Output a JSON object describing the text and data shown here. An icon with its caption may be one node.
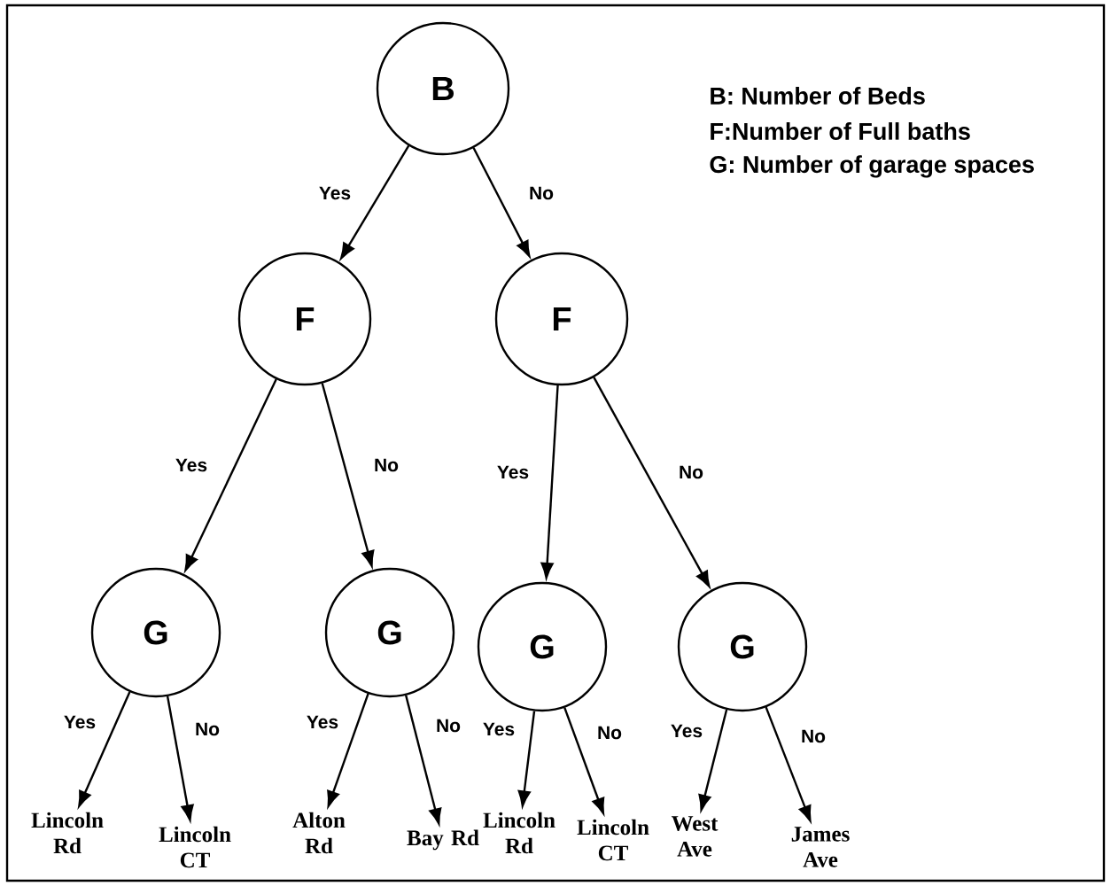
{
  "diagram": {
    "nodes": [
      {
        "text": [
          "B"
        ]
      },
      {
        "text": [
          "F"
        ]
      },
      {
        "text": [
          "F"
        ]
      },
      {
        "text": [
          "G"
        ]
      },
      {
        "text": [
          "G"
        ]
      },
      {
        "text": [
          "G"
        ]
      },
      {
        "text": [
          "G"
        ]
      },
      {
        "text": [
          "Lincoln Rd"
        ]
      },
      {
        "text": [
          "Lincoln CT"
        ]
      },
      {
        "text": [
          "Alton Rd"
        ]
      },
      {
        "text": [
          "Bay Rd"
        ]
      },
      {
        "text": [
          "Lincoln Rd"
        ]
      },
      {
        "text": [
          "Lincoln CT"
        ]
      },
      {
        "text": [
          "West Ave"
        ]
      },
      {
        "text": [
          "James Ave"
        ]
      }
    ],
    "edges": [
      {
        "from": 0,
        "to": 1,
        "arrow": "to",
        "label": "Yes"
      },
      {
        "from": 0,
        "to": 2,
        "arrow": "to",
        "label": "No"
      },
      {
        "from": 1,
        "to": 3,
        "arrow": "to",
        "label": "Yes"
      },
      {
        "from": 1,
        "to": 4,
        "arrow": "to",
        "label": "No"
      },
      {
        "from": 2,
        "to": 5,
        "arrow": "to",
        "label": "Yes"
      },
      {
        "from": 2,
        "to": 6,
        "arrow": "to",
        "label": "No"
      },
      {
        "from": 3,
        "to": 7,
        "arrow": "to",
        "label": "Yes"
      },
      {
        "from": 3,
        "to": 8,
        "arrow": "to",
        "label": "No"
      },
      {
        "from": 4,
        "to": 9,
        "arrow": "to",
        "label": "Yes"
      },
      {
        "from": 4,
        "to": 10,
        "arrow": "to",
        "label": "No"
      },
      {
        "from": 5,
        "to": 11,
        "arrow": "to",
        "label": "Yes"
      },
      {
        "from": 5,
        "to": 12,
        "arrow": "to",
        "label": "No"
      },
      {
        "from": 6,
        "to": 13,
        "arrow": "to",
        "label": "Yes"
      },
      {
        "from": 6,
        "to": 14,
        "arrow": "to",
        "label": "No"
      }
    ],
    "labels": [
      "B: Number of Beds",
      "F:Number of Full baths",
      "G: Number of garage spaces"
    ]
  }
}
